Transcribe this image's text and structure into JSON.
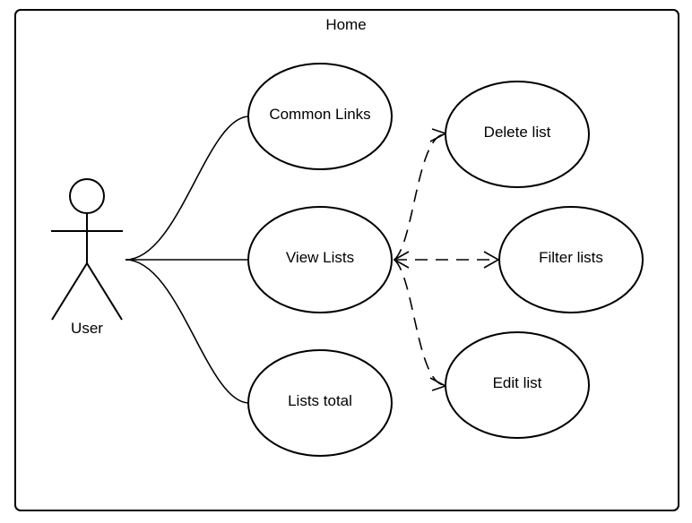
{
  "system": {
    "title": "Home"
  },
  "actor": {
    "label": "User"
  },
  "use_cases": {
    "common_links": "Common Links",
    "view_lists": "View Lists",
    "lists_total": "Lists total",
    "delete_list": "Delete list",
    "filter_lists": "Filter lists",
    "edit_list": "Edit list"
  }
}
